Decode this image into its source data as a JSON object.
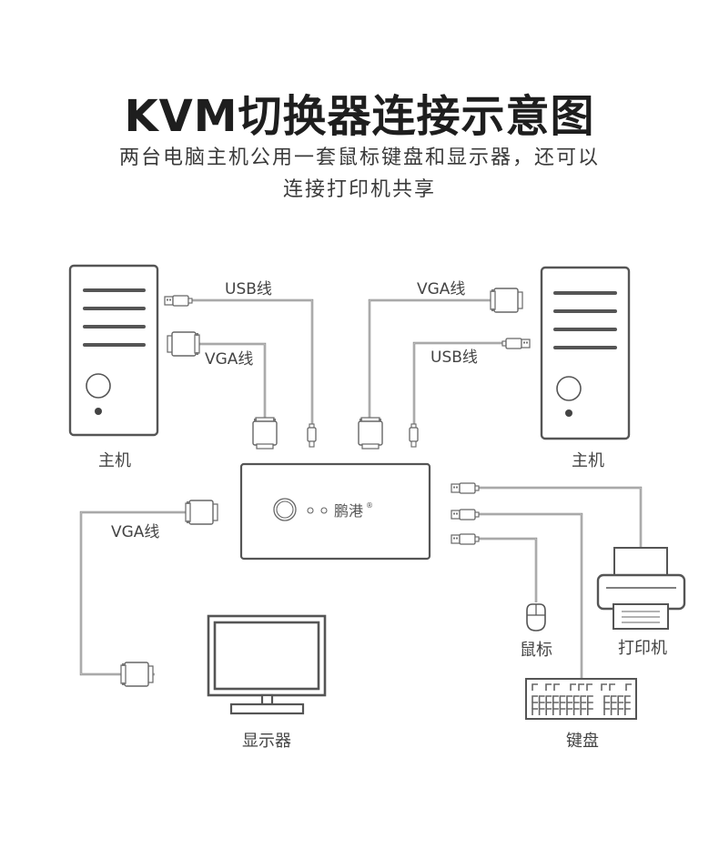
{
  "header": {
    "title": "KVM切换器连接示意图",
    "subtitle_line1": "两台电脑主机公用一套鼠标键盘和显示器，还可以",
    "subtitle_line2": "连接打印机共享"
  },
  "diagram": {
    "host_left": {
      "label": "主机"
    },
    "host_right": {
      "label": "主机"
    },
    "cable_left_usb": {
      "label": "USB线"
    },
    "cable_left_vga": {
      "label": "VGA线"
    },
    "cable_right_vga": {
      "label": "VGA线"
    },
    "cable_right_usb": {
      "label": "USB线"
    },
    "kvm_switch": {
      "brand": "鹏港",
      "trademark": "®"
    },
    "cable_monitor_vga": {
      "label": "VGA线"
    },
    "monitor": {
      "label": "显示器"
    },
    "mouse": {
      "label": "鼠标"
    },
    "printer": {
      "label": "打印机"
    },
    "keyboard": {
      "label": "键盘"
    }
  },
  "colors": {
    "stroke": "#555555",
    "cable": "#8a8a8a",
    "text": "#444444",
    "title": "#1e1e1e"
  }
}
